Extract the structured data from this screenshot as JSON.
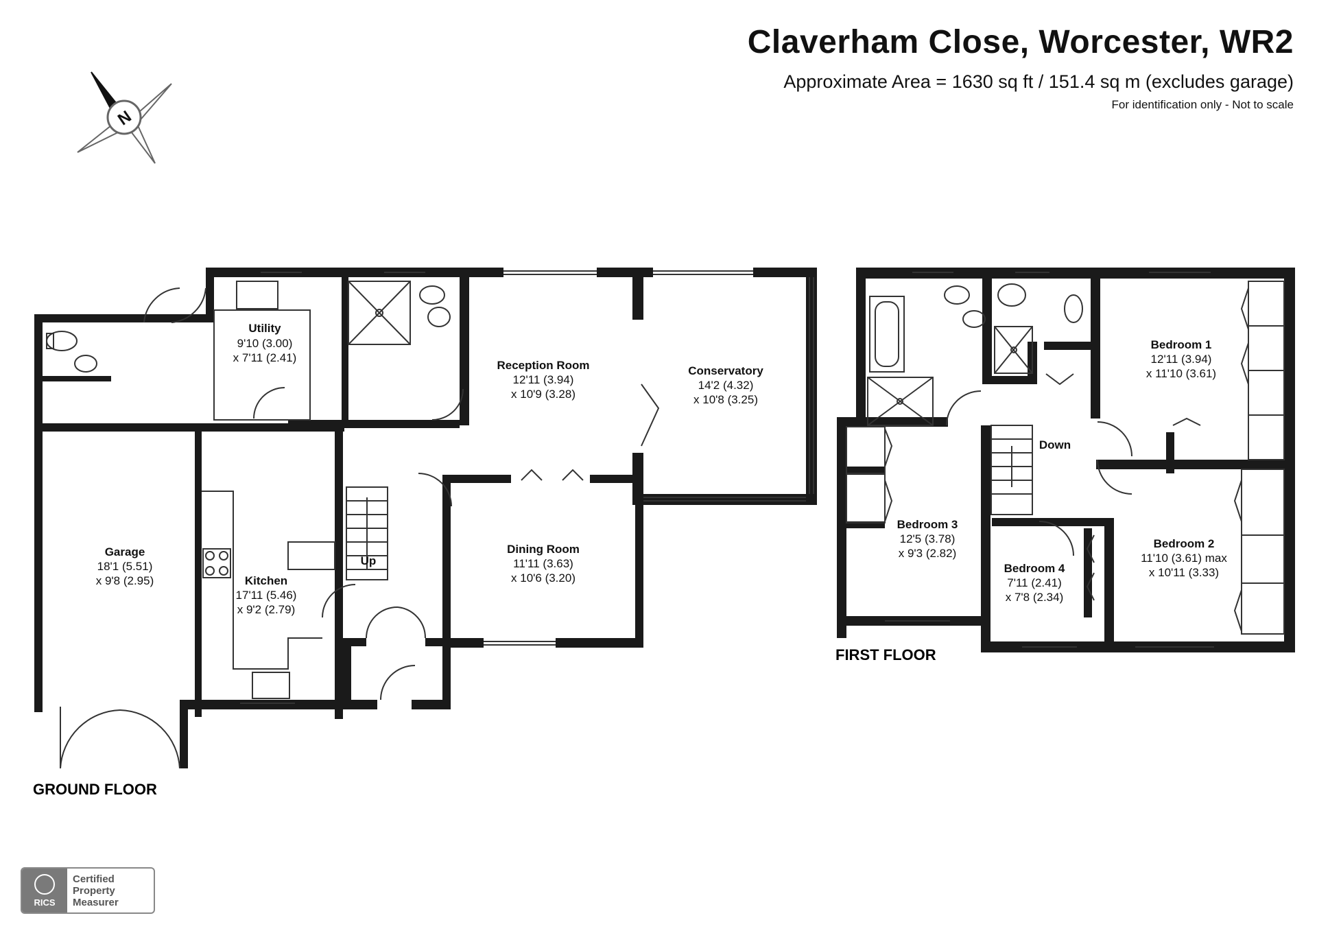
{
  "header": {
    "title": "Claverham Close, Worcester, WR2",
    "area": "Approximate Area = 1630 sq ft / 151.4 sq m (excludes garage)",
    "note": "For identification only - Not to scale"
  },
  "compass": {
    "letter": "N",
    "icon": "compass-icon"
  },
  "floors": {
    "ground": "GROUND FLOOR",
    "first": "FIRST FLOOR"
  },
  "rooms": {
    "utility": {
      "name": "Utility",
      "dim1": "9'10 (3.00)",
      "dim2": "x 7'11 (2.41)"
    },
    "reception": {
      "name": "Reception Room",
      "dim1": "12'11 (3.94)",
      "dim2": "x 10'9 (3.28)"
    },
    "conservatory": {
      "name": "Conservatory",
      "dim1": "14'2 (4.32)",
      "dim2": "x 10'8 (3.25)"
    },
    "garage": {
      "name": "Garage",
      "dim1": "18'1 (5.51)",
      "dim2": "x 9'8 (2.95)"
    },
    "kitchen": {
      "name": "Kitchen",
      "dim1": "17'11 (5.46)",
      "dim2": "x 9'2 (2.79)"
    },
    "dining": {
      "name": "Dining Room",
      "dim1": "11'11 (3.63)",
      "dim2": "x 10'6 (3.20)"
    },
    "bedroom1": {
      "name": "Bedroom 1",
      "dim1": "12'11 (3.94)",
      "dim2": "x 11'10 (3.61)"
    },
    "bedroom2": {
      "name": "Bedroom 2",
      "dim1": "11'10 (3.61) max",
      "dim2": "x 10'11 (3.33)"
    },
    "bedroom3": {
      "name": "Bedroom 3",
      "dim1": "12'5 (3.78)",
      "dim2": "x 9'3 (2.82)"
    },
    "bedroom4": {
      "name": "Bedroom 4",
      "dim1": "7'11 (2.41)",
      "dim2": "x 7'8 (2.34)"
    }
  },
  "stairs": {
    "up": "Up",
    "down": "Down"
  },
  "badge": {
    "brand": "RICS",
    "line1": "Certified",
    "line2": "Property",
    "line3": "Measurer"
  }
}
